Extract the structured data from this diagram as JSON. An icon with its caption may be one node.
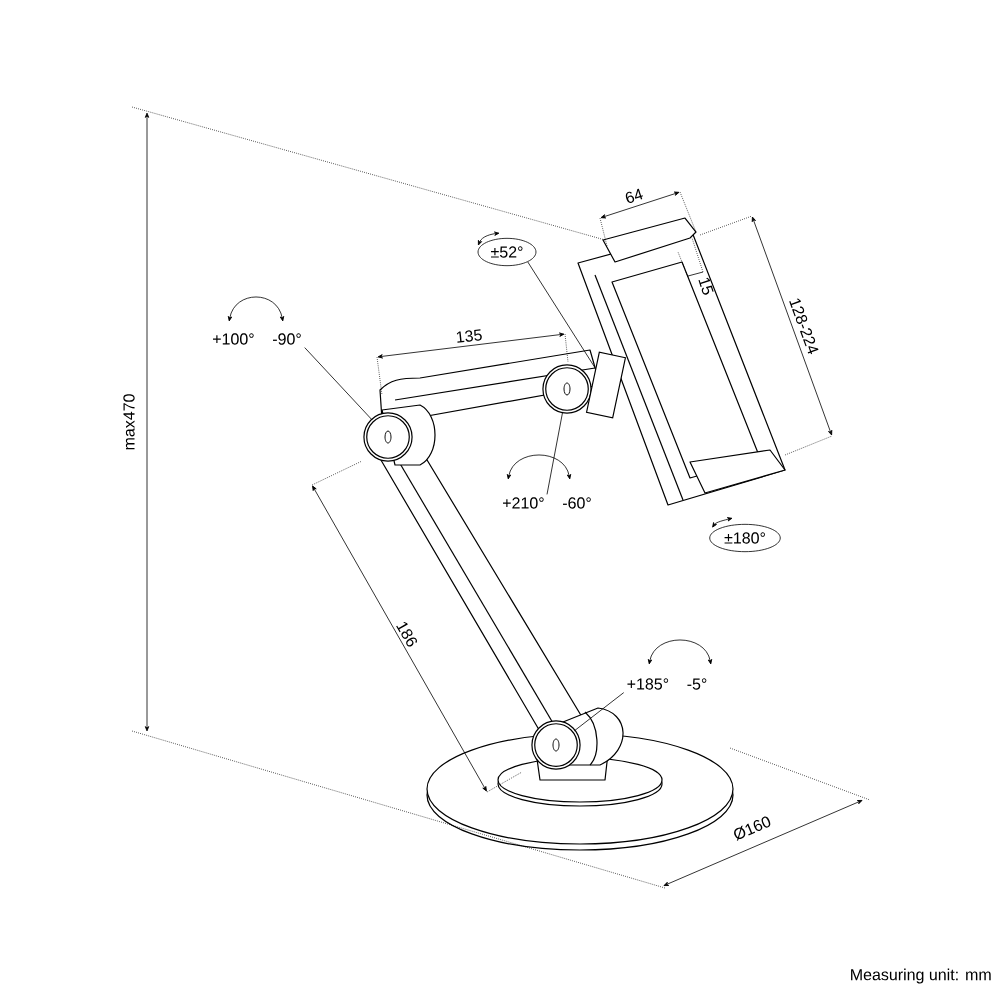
{
  "diagram": {
    "nodes": [
      {
        "text": [
          "+100°",
          "-90°"
        ]
      },
      {
        "text": [],
        "shape": "circle"
      },
      {
        "text": [
          "+210°",
          "-60°"
        ]
      },
      {
        "text": [],
        "shape": "circle"
      },
      {
        "text": [
          "±52°"
        ]
      },
      {
        "text": [
          "+185°",
          "-5°"
        ]
      },
      {
        "text": [],
        "shape": "circle"
      },
      {
        "text": [
          "±180°"
        ]
      },
      {
        "text": [],
        "shape": "box"
      }
    ],
    "edges": [
      {
        "from": 0,
        "to": 1,
        "arrow": "none"
      },
      {
        "from": 2,
        "to": 3,
        "arrow": "none"
      },
      {
        "from": 4,
        "to": 8,
        "arrow": "none"
      },
      {
        "from": 5,
        "to": 6,
        "arrow": "none"
      }
    ],
    "labels": [
      "64",
      "15",
      "128-224",
      "135",
      "max470",
      "186",
      "Ø160",
      "Measuring unit: mm"
    ]
  }
}
